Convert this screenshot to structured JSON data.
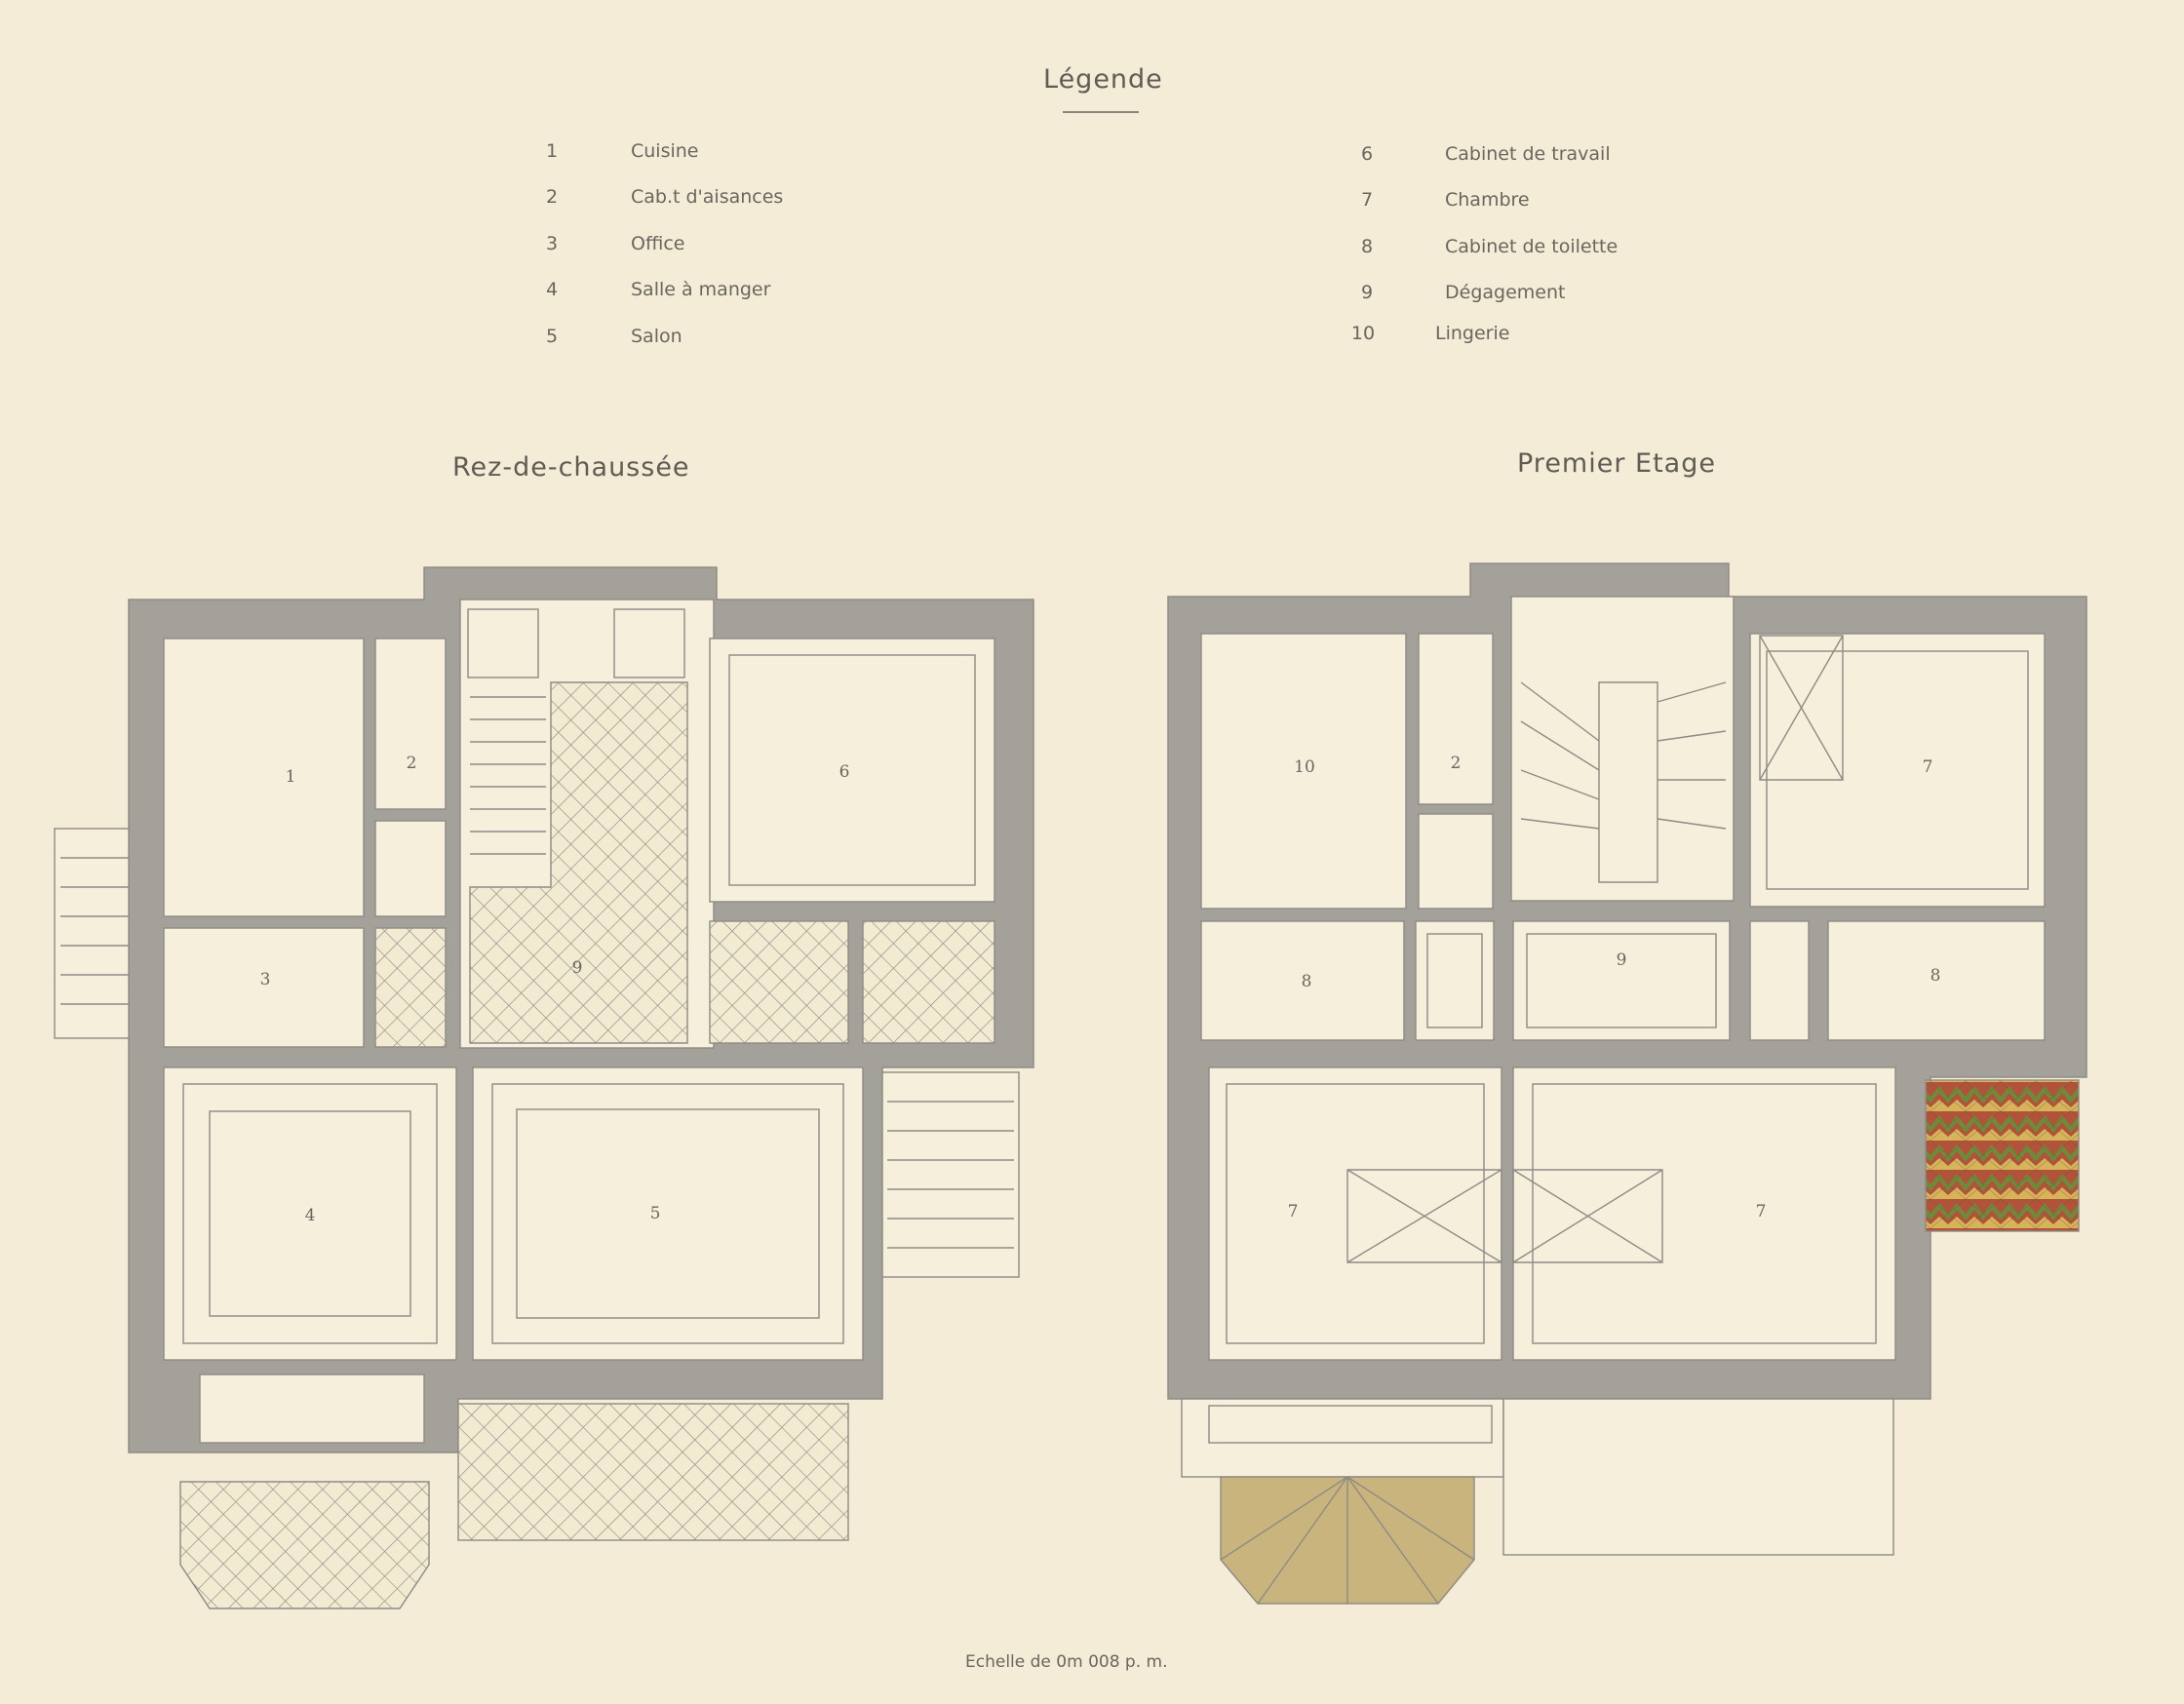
{
  "legend": {
    "title": "Légende",
    "items": [
      {
        "num": "1",
        "label": "Cuisine"
      },
      {
        "num": "2",
        "label": "Cab.t d'aisances"
      },
      {
        "num": "3",
        "label": "Office"
      },
      {
        "num": "4",
        "label": "Salle à manger"
      },
      {
        "num": "5",
        "label": "Salon"
      },
      {
        "num": "6",
        "label": "Cabinet de travail"
      },
      {
        "num": "7",
        "label": "Chambre"
      },
      {
        "num": "8",
        "label": "Cabinet de toilette"
      },
      {
        "num": "9",
        "label": "Dégagement"
      },
      {
        "num": "10",
        "label": "Lingerie"
      }
    ]
  },
  "plans": {
    "ground": {
      "title": "Rez-de-chaussée",
      "rooms": [
        {
          "id": "1",
          "label": "1"
        },
        {
          "id": "2",
          "label": "2"
        },
        {
          "id": "3",
          "label": "3"
        },
        {
          "id": "4",
          "label": "4"
        },
        {
          "id": "5",
          "label": "5"
        },
        {
          "id": "6",
          "label": "6"
        },
        {
          "id": "9",
          "label": "9"
        }
      ]
    },
    "first": {
      "title": "Premier Etage",
      "rooms": [
        {
          "id": "10",
          "label": "10"
        },
        {
          "id": "2",
          "label": "2"
        },
        {
          "id": "7a",
          "label": "7"
        },
        {
          "id": "8a",
          "label": "8"
        },
        {
          "id": "9",
          "label": "9"
        },
        {
          "id": "8b",
          "label": "8"
        },
        {
          "id": "7b",
          "label": "7"
        },
        {
          "id": "7c",
          "label": "7"
        }
      ]
    }
  },
  "scale_caption": "Echelle de 0m 008 p. m.",
  "colors": {
    "paper": "#f4ecd6",
    "wall": "#a4a19b",
    "ink": "#6a665f",
    "tile_green": "#6e8a3a",
    "tile_red": "#b0533a",
    "tile_yellow": "#d6b45a",
    "balcony": "#c9b47e"
  }
}
